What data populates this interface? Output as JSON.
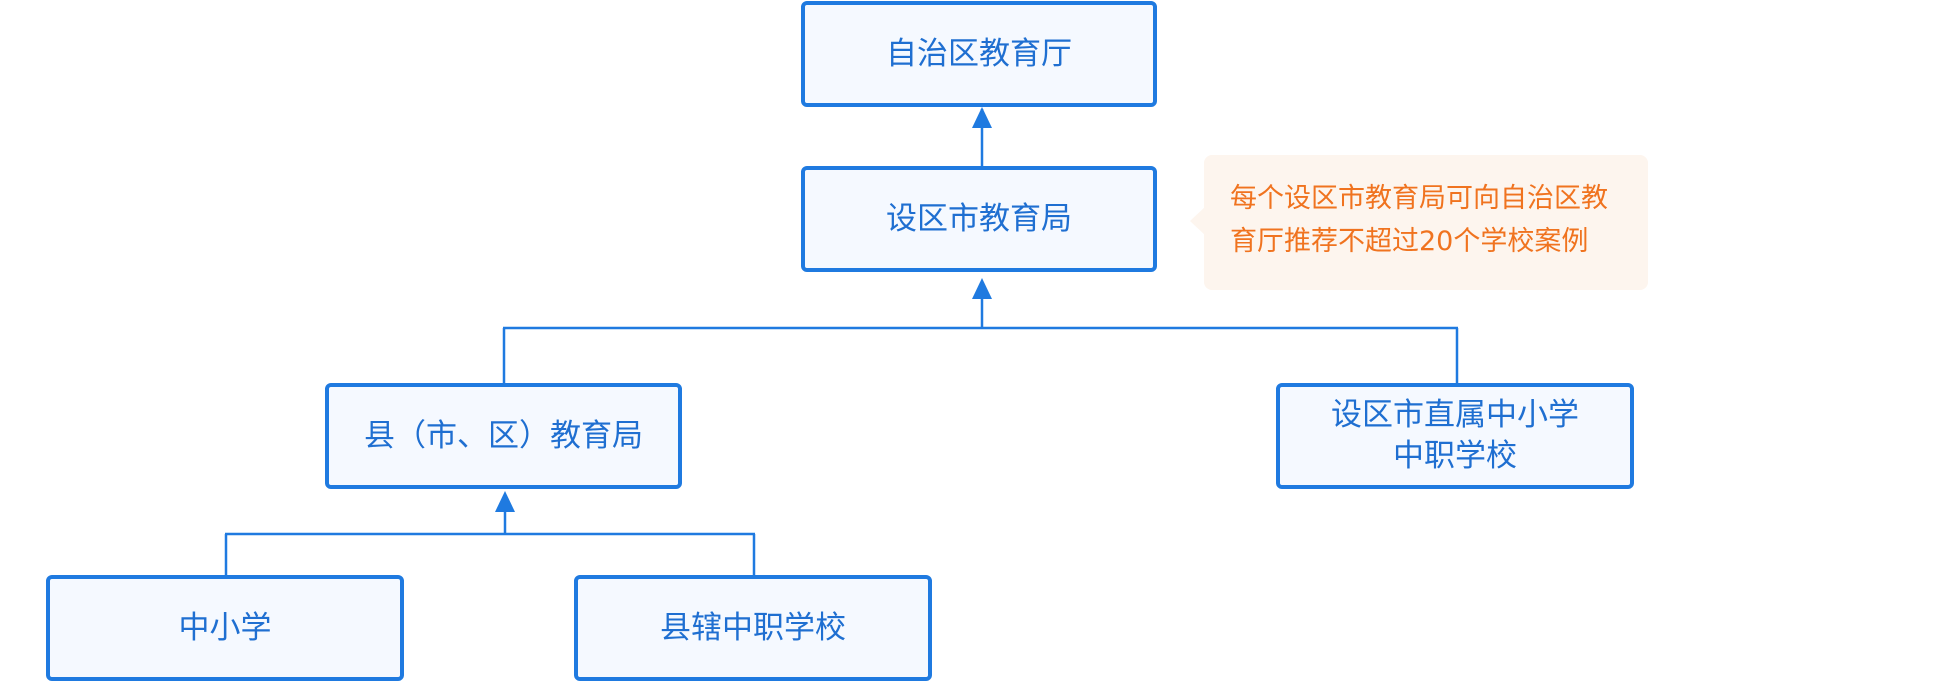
{
  "diagram": {
    "nodes": {
      "education_dept": {
        "label": "自治区教育厅"
      },
      "city_bureau": {
        "label": "设区市教育局"
      },
      "county_bureau": {
        "label": "县（市、区）教育局"
      },
      "city_direct_schools": {
        "lines": [
          "设区市直属中小学",
          "中职学校"
        ]
      },
      "primary_secondary": {
        "label": "中小学"
      },
      "county_vocational": {
        "label": "县辖中职学校"
      }
    },
    "note": {
      "lines": [
        "每个设区市教育局可向自治区教",
        "育厅推荐不超过20个学校案例"
      ]
    },
    "colors": {
      "node_border": "#1f7ae0",
      "node_fill": "#f5f9ff",
      "node_text": "#1f6fd1",
      "connector": "#1f7ae0",
      "note_fill": "#fdf5ee",
      "note_text": "#f0731f"
    }
  }
}
